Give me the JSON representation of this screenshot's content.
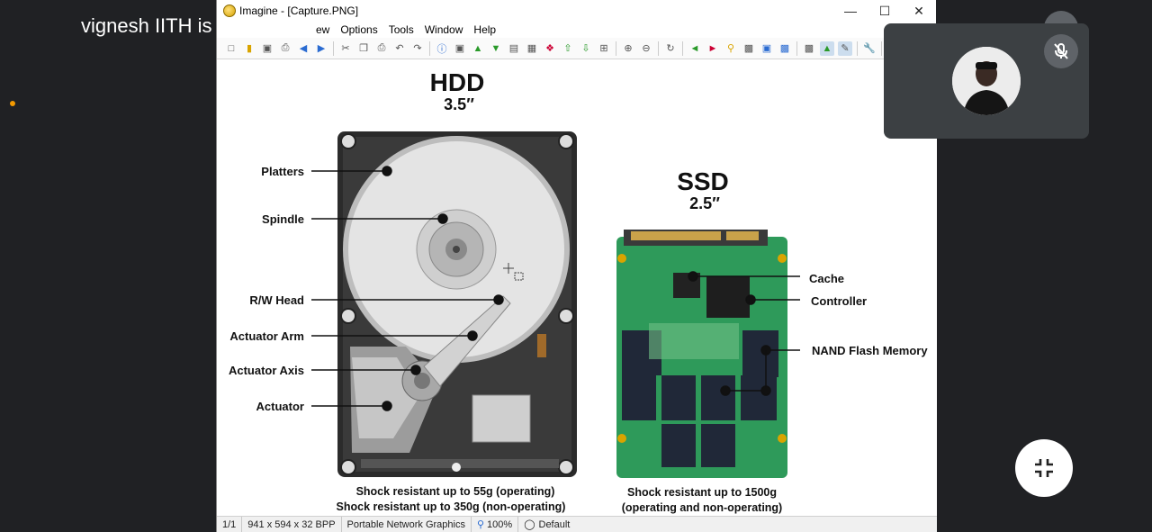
{
  "meet": {
    "presenting_text": "vignesh IITH is presenting",
    "accent_dot_color": "#f29900"
  },
  "window": {
    "title": "Imagine - [Capture.PNG]",
    "controls": [
      "minimize",
      "maximize",
      "close"
    ]
  },
  "menubar": {
    "items": [
      "ew",
      "Options",
      "Tools",
      "Window",
      "Help"
    ]
  },
  "figure": {
    "hdd": {
      "title": "HDD",
      "size": "3.5″",
      "labels": [
        "Platters",
        "Spindle",
        "R/W Head",
        "Actuator Arm",
        "Actuator Axis",
        "Actuator"
      ],
      "caption_line1": "Shock resistant up to 55g (operating)",
      "caption_line2": "Shock resistant up to 350g (non-operating)"
    },
    "ssd": {
      "title": "SSD",
      "size": "2.5″",
      "labels": [
        "Cache",
        "Controller",
        "NAND Flash Memory"
      ],
      "caption_line1": "Shock resistant up to 1500g",
      "caption_line2": "(operating and non-operating)"
    }
  },
  "statusbar": {
    "page": "1/1",
    "dimensions": "941 x 594 x 32 BPP",
    "format": "Portable Network Graphics",
    "zoom": "100%",
    "profile": "Default"
  }
}
